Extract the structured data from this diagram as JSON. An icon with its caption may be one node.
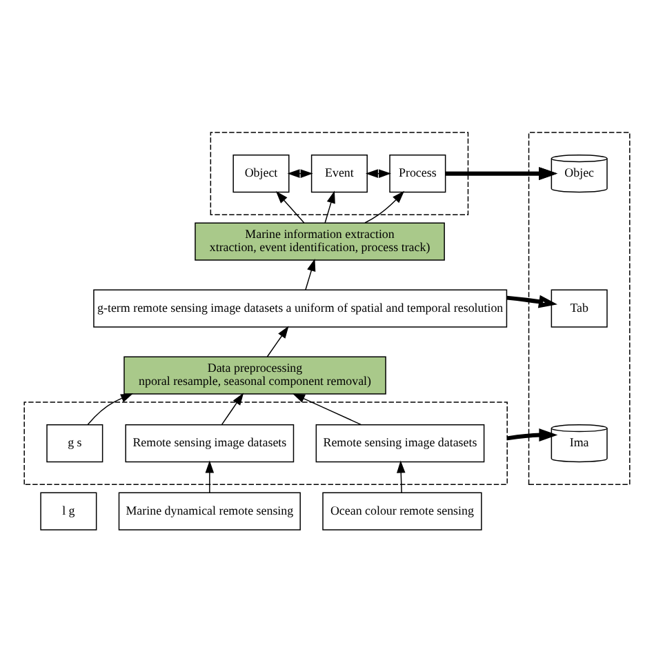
{
  "diagram": {
    "nodes": [
      {
        "text": [],
        "shape": "box"
      },
      {
        "text": [
          "Object"
        ],
        "in": 0
      },
      {
        "text": [
          "Event"
        ],
        "in": 0
      },
      {
        "text": [
          "Process"
        ],
        "in": 0
      },
      {
        "text": [
          "Marine information extraction",
          "xtraction, event identification, process track)"
        ]
      },
      {
        "text": [
          "g-term remote sensing image datasets a uniform of spatial and temporal resolution"
        ]
      },
      {
        "text": [
          "Data preprocessing",
          "nporal resample, seasonal component removal)"
        ]
      },
      {
        "text": [],
        "shape": "box"
      },
      {
        "text": [
          "g s"
        ],
        "in": 7
      },
      {
        "text": [
          "Remote sensing image datasets"
        ],
        "in": 7
      },
      {
        "text": [
          "Remote sensing image datasets"
        ],
        "in": 7
      },
      {
        "text": [
          "l g"
        ]
      },
      {
        "text": [
          "Marine dynamical remote sensing"
        ]
      },
      {
        "text": [
          "Ocean colour remote sensing"
        ]
      },
      {
        "text": [],
        "shape": "box"
      },
      {
        "text": [
          "Objec"
        ],
        "in": 14
      },
      {
        "text": [
          "Tab"
        ],
        "in": 14
      },
      {
        "text": [
          "Ima"
        ],
        "in": 14
      }
    ],
    "edges": [
      {
        "from": 1,
        "to": 2,
        "arrow": "both"
      },
      {
        "from": 2,
        "to": 3,
        "arrow": "both"
      },
      {
        "from": 4,
        "to": 1,
        "arrow": "to"
      },
      {
        "from": 4,
        "to": 2,
        "arrow": "to"
      },
      {
        "from": 4,
        "to": 3,
        "arrow": "to"
      },
      {
        "from": 5,
        "to": 4,
        "arrow": "to"
      },
      {
        "from": 6,
        "to": 5,
        "arrow": "to"
      },
      {
        "from": 8,
        "to": 6,
        "arrow": "to"
      },
      {
        "from": 9,
        "to": 6,
        "arrow": "to"
      },
      {
        "from": 10,
        "to": 6,
        "arrow": "to"
      },
      {
        "from": 12,
        "to": 9,
        "arrow": "to"
      },
      {
        "from": 13,
        "to": 10,
        "arrow": "to"
      },
      {
        "from": 0,
        "to": 15,
        "arrow": "to",
        "style": "thick"
      },
      {
        "from": 5,
        "to": 16,
        "arrow": "to",
        "style": "thick"
      },
      {
        "from": 7,
        "to": 17,
        "arrow": "to",
        "style": "thick"
      }
    ]
  }
}
